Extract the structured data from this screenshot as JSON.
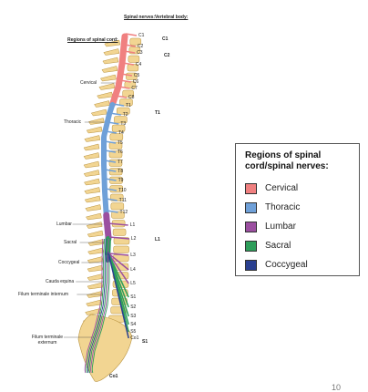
{
  "header": {
    "spinal_nerves": "Spinal nerves:",
    "vertebral_body": "Vertebral body:",
    "regions_of_spinal_cord": "Regions of spinal cord:"
  },
  "nerve_labels": [
    "C1",
    "C2",
    "C3",
    "C4",
    "C5",
    "C6",
    "C7",
    "C8",
    "T1",
    "T2",
    "T3",
    "T4",
    "T5",
    "T6",
    "T7",
    "T8",
    "T9",
    "T10",
    "T11",
    "T12",
    "L1",
    "L2",
    "L3",
    "L4",
    "L5",
    "S1",
    "S2",
    "S3",
    "S4",
    "S5",
    "Co1"
  ],
  "vertebral_labels": [
    "C1",
    "C2",
    "T1",
    "L1",
    "S1",
    "Co1"
  ],
  "region_labels": [
    "Cervical",
    "Thoracic",
    "Lumbar",
    "Sacral",
    "Coccygeal",
    "Cauda equina",
    "Filum terminale internum",
    "Filum terminale externum"
  ],
  "legend": {
    "title": "Regions of spinal cord/spinal nerves:",
    "items": [
      {
        "label": "Cervical",
        "color": "#f08080"
      },
      {
        "label": "Thoracic",
        "color": "#6fa0d8"
      },
      {
        "label": "Lumbar",
        "color": "#9b4fa0"
      },
      {
        "label": "Sacral",
        "color": "#2e9e5a"
      },
      {
        "label": "Coccygeal",
        "color": "#2a3f8f"
      }
    ]
  },
  "colors": {
    "bone": "#f2d592",
    "bone_outline": "#b8923e",
    "cervical": "#f08080",
    "thoracic": "#6fa0d8",
    "lumbar": "#9b4fa0",
    "sacral": "#2e9e5a",
    "coccygeal": "#2a3f8f"
  },
  "page_number": "10"
}
